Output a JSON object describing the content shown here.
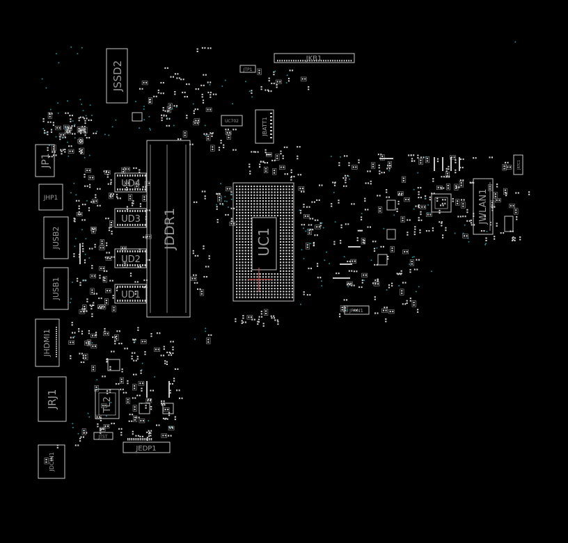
{
  "board": {
    "background": "#000000",
    "outline_color": "#c8c8c8",
    "label_color": "#9a9a9a",
    "via_color": "#1f8f96",
    "pin1_marker_color": "#e05050"
  },
  "components": {
    "jkb1": "JKB1",
    "jssd2": "JSSD2",
    "jtp1": "JTP1",
    "uc702": "UC702",
    "jbatt1": "JBATT1",
    "jp1": "JP1",
    "jhp1": "JHP1",
    "jusb2": "JUSB2",
    "jusb1": "JUSB1",
    "jhdmi1": "JHDMI1",
    "jrj1": "JRJ1",
    "jdcin1": "JDCIN1",
    "jddr1": "JDDR1",
    "ud4": "UD4",
    "ud3": "UD3",
    "ud2": "UD2",
    "ud1": "UD1",
    "uc1": "UC1",
    "jwlan1": "JWLAN1",
    "jfan1": "JFAN1",
    "jedp1": "JEDP1",
    "tl2": "TL2",
    "jrtc1": "JRTC1",
    "jtst": "JTST"
  }
}
